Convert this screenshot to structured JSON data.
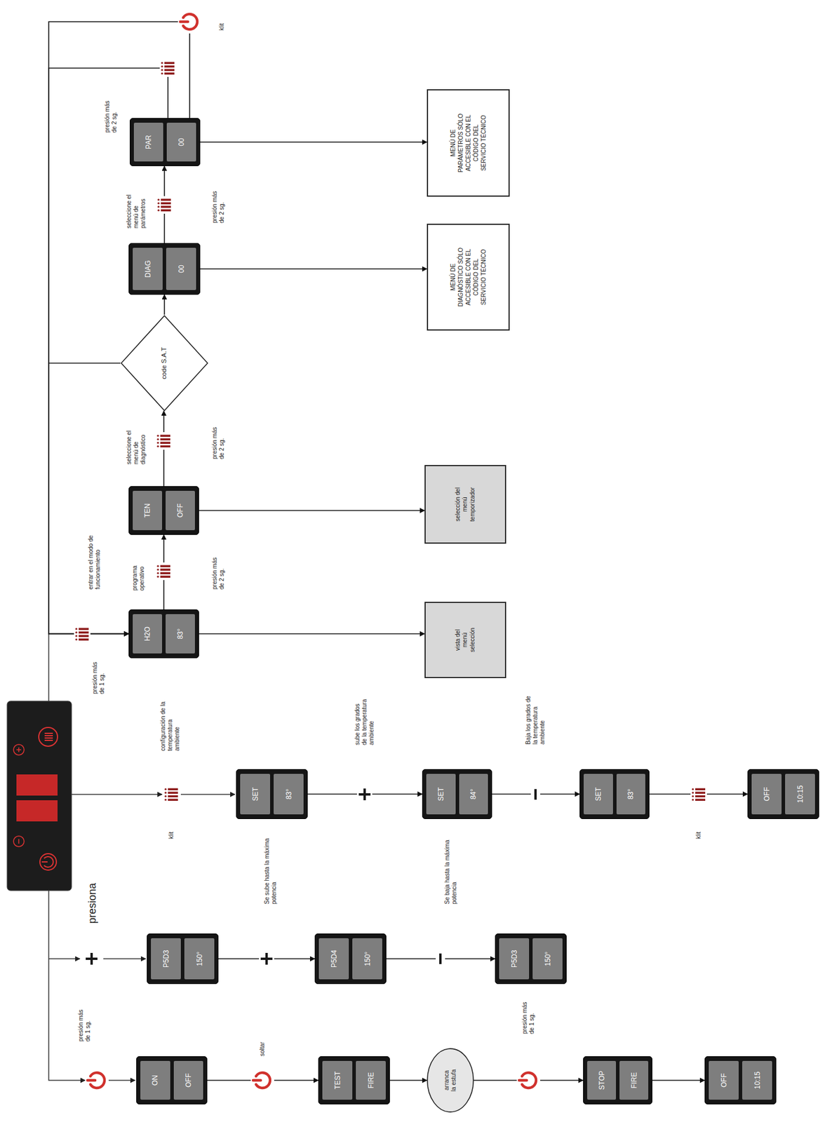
{
  "diagram": {
    "nodes": [
      {
        "text": [
          "ON",
          "OFF"
        ]
      },
      {
        "text": [
          "TEST",
          "FIRE"
        ]
      },
      {
        "text": [
          "arranca la estufa"
        ]
      },
      {
        "text": [
          "STOP",
          "FIRE"
        ]
      },
      {
        "text": [
          "OFF",
          "10:15"
        ]
      },
      {
        "text": [
          "P5D3",
          "150°"
        ]
      },
      {
        "text": [
          "P5D4",
          "150°"
        ]
      },
      {
        "text": [
          "P5D3",
          "150°"
        ]
      },
      {
        "text": [
          "SET",
          "83°"
        ]
      },
      {
        "text": [
          "SET",
          "84°"
        ]
      },
      {
        "text": [
          "SET",
          "83°"
        ]
      },
      {
        "text": [
          "OFF",
          "10:15"
        ]
      },
      {
        "text": [
          "H2O",
          "83°"
        ]
      },
      {
        "text": [
          "vista del menú selección"
        ]
      },
      {
        "text": [
          "TEN",
          "OFF"
        ]
      },
      {
        "text": [
          "selección del menú temporizador"
        ]
      },
      {
        "text": [
          "code S.A.T"
        ]
      },
      {
        "text": [
          "DIAG",
          "00"
        ]
      },
      {
        "text": [
          "MENÚ DE DIAGNÓSTICO SÓLO ACCESIBLE CON EL CÓDIGO DEL SERVICIO TÉCNICO"
        ]
      },
      {
        "text": [
          "PAR",
          "00"
        ]
      },
      {
        "text": [
          "MENÚ DE PARÁMETROS SÓLO ACCESIBLE CON EL CÓDIGO DEL SERVICIO TÉCNICO"
        ]
      }
    ],
    "edges": [
      {
        "from": 0,
        "to": 1,
        "arrow": "to"
      },
      {
        "from": 1,
        "to": 2,
        "arrow": "to"
      },
      {
        "from": 2,
        "to": 3,
        "arrow": "to"
      },
      {
        "from": 3,
        "to": 4,
        "arrow": "to"
      },
      {
        "from": 5,
        "to": 6,
        "arrow": "to"
      },
      {
        "from": 6,
        "to": 7,
        "arrow": "to"
      },
      {
        "from": 8,
        "to": 9,
        "arrow": "to"
      },
      {
        "from": 9,
        "to": 10,
        "arrow": "to"
      },
      {
        "from": 10,
        "to": 11,
        "arrow": "to"
      },
      {
        "from": 12,
        "to": 13,
        "arrow": "to"
      },
      {
        "from": 12,
        "to": 14,
        "arrow": "to"
      },
      {
        "from": 14,
        "to": 15,
        "arrow": "to"
      },
      {
        "from": 14,
        "to": 16,
        "arrow": "to"
      },
      {
        "from": 16,
        "to": 17,
        "arrow": "to"
      },
      {
        "from": 17,
        "to": 18,
        "arrow": "to"
      },
      {
        "from": 17,
        "to": 19,
        "arrow": "to"
      },
      {
        "from": 19,
        "to": 20,
        "arrow": "to"
      },
      {
        "from": 16,
        "to": 12,
        "arrow": "to"
      },
      {
        "from": 19,
        "to": 12,
        "arrow": "to"
      },
      {
        "from": 19,
        "to": 12,
        "arrow": "to"
      }
    ],
    "labels": [
      "presión más de 1 sg.",
      "soltar",
      "presión más de 1 sg.",
      "presiona",
      "Se sube hasta la máxima potencia",
      "Se baja hasta la máxima potencia",
      "klit",
      "configuración de la temperatura ambiente",
      "sube los grados de la temperatura ambiente",
      "Baja los grados de la temperatura ambiente",
      "klit",
      "presión más de 1 sg.",
      "entrar en el modo de funcionamiento",
      "programa operativo",
      "presión más de 2 sg.",
      "seleccione el menú de diagnóstico",
      "presión más de 2 sg.",
      "seleccione el menú de parámetros",
      "presión más de 2 sg.",
      "presión más de 2 sg.",
      "klit"
    ]
  }
}
